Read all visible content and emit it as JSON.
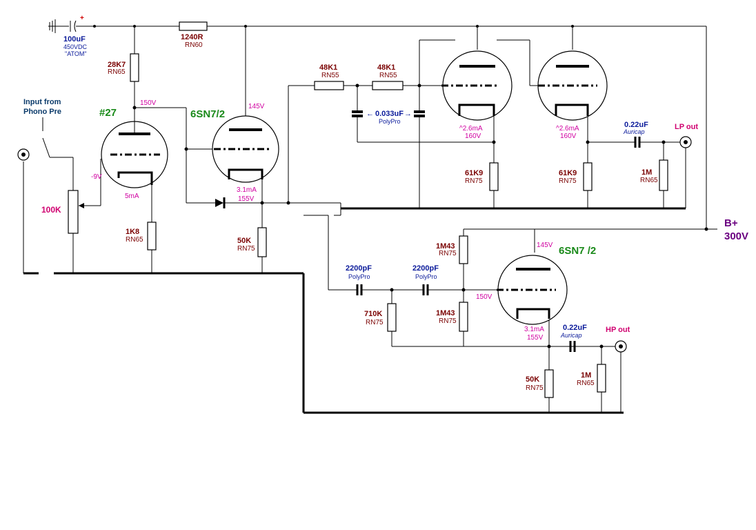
{
  "power": {
    "filter_cap": "100uF",
    "filter_cap_rating": "450VDC",
    "filter_cap_brand": "\"ATOM\"",
    "dropping_res": "1240R",
    "dropping_res_type": "RN60",
    "bplus_label": "B+",
    "bplus_voltage": "300V",
    "polarity": "+"
  },
  "input": {
    "label_line1": "Input  from",
    "label_line2": "Phono Pre",
    "pot": "100K"
  },
  "stage1": {
    "tube": "#27",
    "plate_res": "28K7",
    "plate_res_type": "RN65",
    "plate_v": "150V",
    "grid_v": "-9V",
    "current": "5mA",
    "cathode_res": "1K8",
    "cathode_res_type": "RN65"
  },
  "follower1": {
    "tube": "6SN7/2",
    "plate_v": "145V",
    "current": "3.1mA",
    "cathode_v": "155V",
    "load_res": "50K",
    "load_res_type": "RN75"
  },
  "filter": {
    "r1": "48K1",
    "r1_type": "RN55",
    "r2": "48K1",
    "r2_type": "RN55",
    "cap": "0.033uF",
    "cap_type": "PolyPro",
    "arrow_left": "←",
    "arrow_right": "→"
  },
  "lp_stage": {
    "left_current": "^2.6mA",
    "left_v": "160V",
    "left_res": "61K9",
    "left_res_type": "RN75",
    "right_current": "^2.6mA",
    "right_v": "160V",
    "right_res": "61K9",
    "right_res_type": "RN75",
    "out_cap": "0.22uF",
    "out_cap_type": "Auricap",
    "out_res": "1M",
    "out_res_type": "RN65",
    "out_label": "LP out"
  },
  "hp_stage": {
    "tube": "6SN7 /2",
    "cap1": "2200pF",
    "cap1_type": "PolyPro",
    "cap2": "2200pF",
    "cap2_type": "PolyPro",
    "shunt_res": "710K",
    "shunt_res_type": "RN75",
    "top_res": "1M43",
    "top_res_type": "RN75",
    "bot_res": "1M43",
    "bot_res_type": "RN75",
    "plate_v": "145V",
    "grid_v": "150V",
    "current": "3.1mA",
    "cathode_v": "155V",
    "load_res": "50K",
    "load_res_type": "RN75",
    "out_cap": "0.22uF",
    "out_cap_type": "Auricap",
    "out_res": "1M",
    "out_res_type": "RN65",
    "out_label": "HP out"
  }
}
